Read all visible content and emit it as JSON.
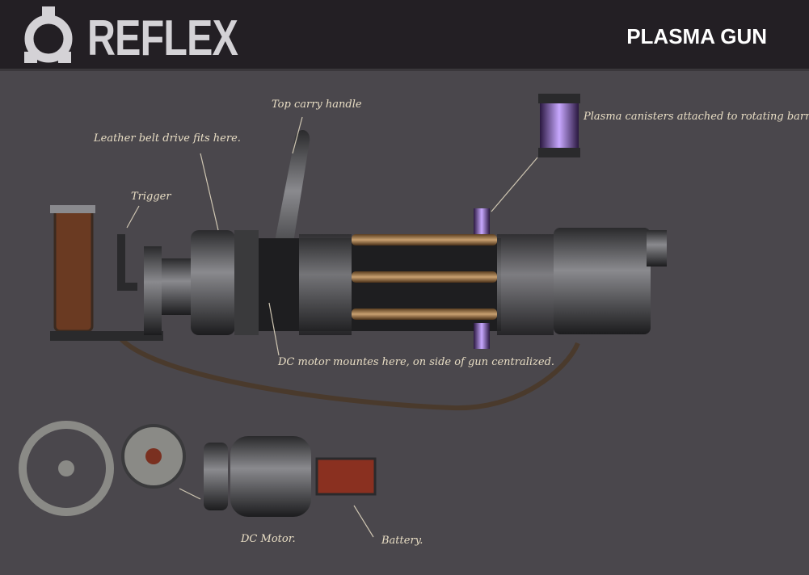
{
  "header": {
    "brand": "REFLEX",
    "title": "PLASMA GUN"
  },
  "labels": {
    "top_handle": "Top carry handle",
    "belt_drive": "Leather belt drive fits here.",
    "trigger": "Trigger",
    "canisters": "Plasma canisters attached to rotating barrels.",
    "motor_mount": "DC motor mountes here, on side of gun centralized.",
    "dc_motor": "DC Motor.",
    "battery": "Battery."
  },
  "colors": {
    "header_bg": "#231f24",
    "canvas_bg": "#4a474c",
    "label": "#e8ddc4",
    "plasma": "#9a6ad6"
  }
}
